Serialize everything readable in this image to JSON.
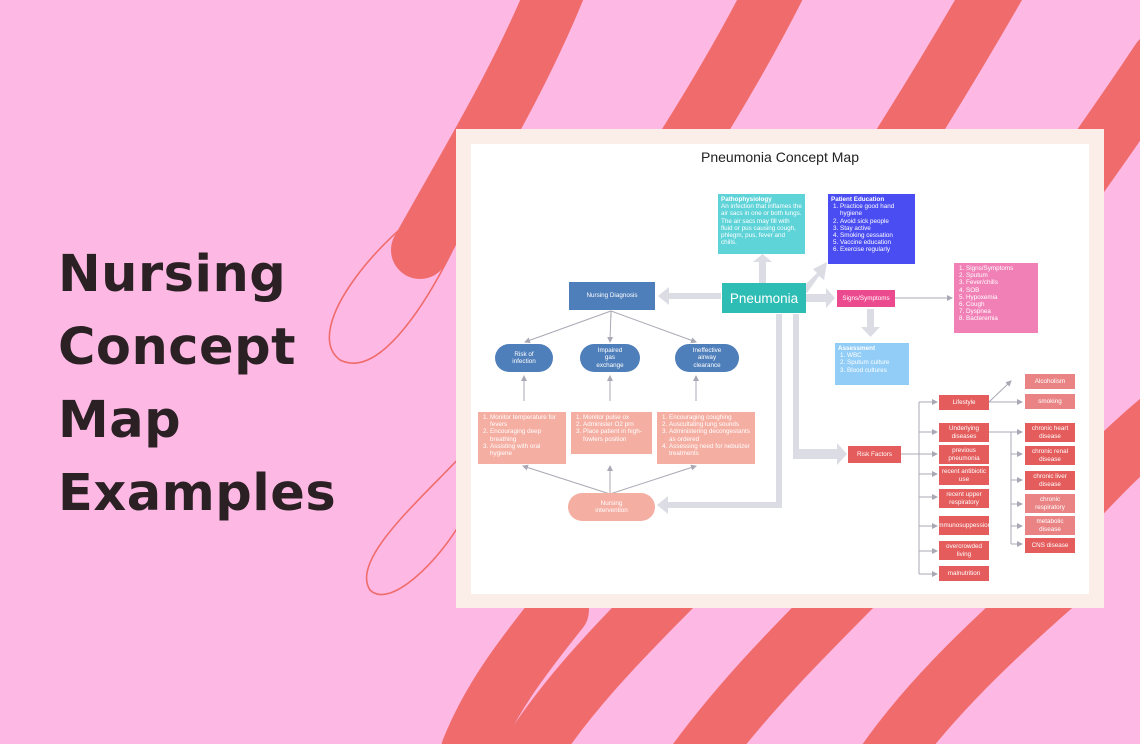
{
  "headline": [
    "Nursing",
    "Concept",
    "Map",
    "Examples"
  ],
  "colors": {
    "background": "#fdb9e3",
    "stroke": "#f06c6c",
    "frame": "#fbeee9"
  },
  "diagram": {
    "title": "Pneumonia Concept Map",
    "center": "Pneumonia",
    "pathophysiology": {
      "title": "Pathophysiology",
      "text": "An infection that inflames the air sacs in one or both lungs. The air sacs may fill with fluid or pus causing cough, phlegm, pus, fever and chills."
    },
    "patient_education": {
      "title": "Patient Education",
      "items": [
        "Practice good hand hygiene",
        "Avoid sick people",
        "Stay active",
        "Smoking cessation",
        "Vaccine education",
        "Exercise regularly"
      ]
    },
    "nursing_diagnosis": "Nursing Diagnosis",
    "diagnoses": [
      "Risk of infection",
      "Impaired gas exchange",
      "Ineffective airway clearance"
    ],
    "interventions": [
      [
        "Monitor temperature for fevers",
        "Encouraging deep breathing",
        "Assisting with oral hygiene"
      ],
      [
        "Monitor pulse ox",
        "Administer O2 prn",
        "Place patient in high-fowlers position"
      ],
      [
        "Encouraging coughing",
        "Auscultating lung sounds",
        "Administering decongestants as ordered",
        "Assessing need for nebulizer treatments"
      ]
    ],
    "nursing_intervention": "Nursing intervention",
    "signs_symptoms": {
      "label": "Signs/Symptoms",
      "items": [
        "Signs/Symptoms",
        "Sputum",
        "Fever/chills",
        "SOB",
        "Hypoxemia",
        "Cough",
        "Dyspnea",
        "Bacteremia"
      ]
    },
    "assessment": {
      "title": "Assessment",
      "items": [
        "WBC",
        "Sputum culture",
        "Blood cultures"
      ]
    },
    "risk_factors": {
      "label": "Risk Factors",
      "items": [
        "Lifestyle",
        "Underlying diseases",
        "previous pneumonia",
        "recent antibiotic use",
        "recent upper respiratory",
        "immunosuppession",
        "overcrowded living",
        "malnutrition"
      ],
      "lifestyle": [
        "Alcoholism",
        "smoking"
      ],
      "diseases": [
        "chronic heart disease",
        "chronic renal disease",
        "chronic liver disease",
        "chronic respiratory",
        "metabolic disease",
        "CNS disease"
      ]
    }
  }
}
